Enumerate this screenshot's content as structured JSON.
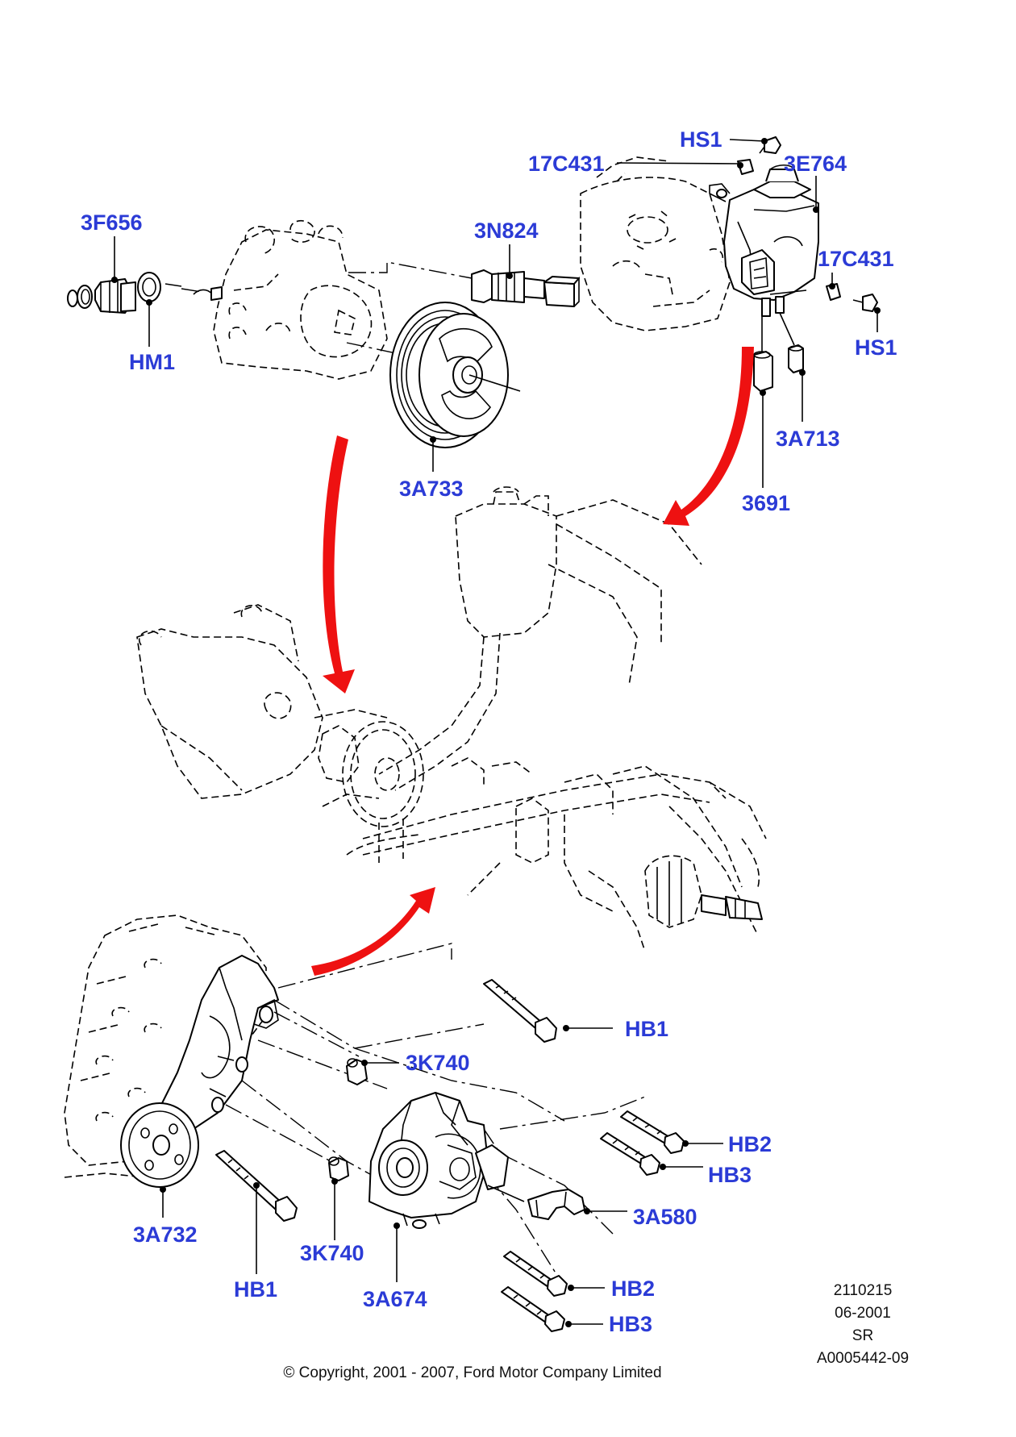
{
  "labels": {
    "hs1_top": "HS1",
    "c17431_top": "17C431",
    "e3764": "3E764",
    "f3656": "3F656",
    "n3824": "3N824",
    "c17431_right": "17C431",
    "hs1_right": "HS1",
    "hm1": "HM1",
    "a3713": "3A713",
    "a3733": "3A733",
    "p3691": "3691",
    "hb1_top": "HB1",
    "k3740_top": "3K740",
    "hb2_top": "HB2",
    "hb3_top": "HB3",
    "a3580": "3A580",
    "a3732": "3A732",
    "k3740_bottom": "3K740",
    "hb1_bottom": "HB1",
    "a3674": "3A674",
    "hb2_bottom": "HB2",
    "hb3_bottom": "HB3"
  },
  "meta": {
    "line1": "2110215",
    "line2": "06-2001",
    "line3": "SR",
    "line4": "A0005442-09"
  },
  "copyright": "© Copyright, 2001 - 2007, Ford Motor Company Limited",
  "colors": {
    "label": "#2b3bd6",
    "arrow": "#ee1111",
    "line": "#000000"
  }
}
